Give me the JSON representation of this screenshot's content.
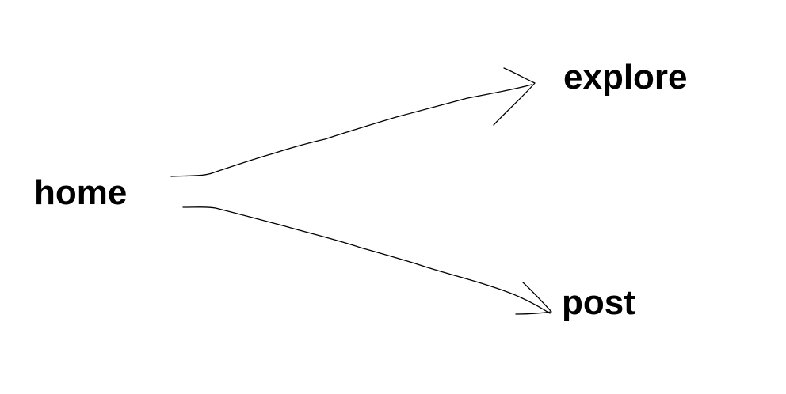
{
  "diagram": {
    "nodes": [
      {
        "id": "home",
        "label": "home"
      },
      {
        "id": "explore",
        "label": "explore"
      },
      {
        "id": "post",
        "label": "post"
      }
    ],
    "edges": [
      {
        "from": "home",
        "to": "explore",
        "style": "hand-drawn",
        "arrowhead": "open"
      },
      {
        "from": "home",
        "to": "post",
        "style": "hand-drawn",
        "arrowhead": "open"
      }
    ],
    "colors": {
      "background": "#ffffff",
      "ink": "#000000"
    }
  }
}
